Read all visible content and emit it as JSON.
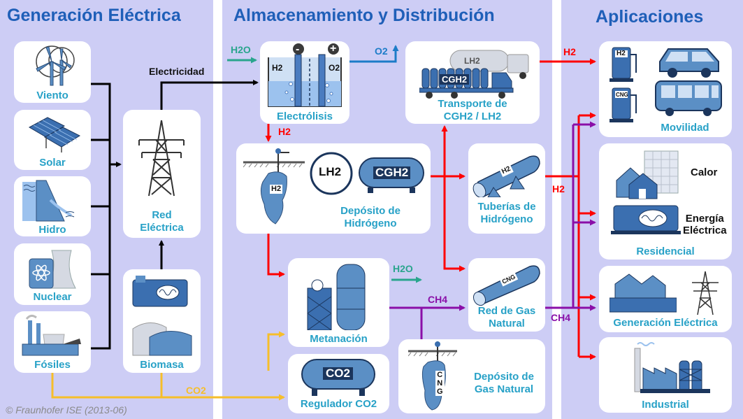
{
  "headers": {
    "generation": "Generación Eléctrica",
    "storage": "Almacenamiento y Distribución",
    "applications": "Aplicaciones"
  },
  "generation": {
    "wind": "Viento",
    "solar": "Solar",
    "hydro": "Hidro",
    "nuclear": "Nuclear",
    "fossil": "Fósiles",
    "grid": "Red\nEléctrica",
    "biomass": "Biomasa"
  },
  "storage": {
    "electrolysis": "Electrólisis",
    "electrolysis_neg": "-",
    "electrolysis_pos": "+",
    "cell_h2": "H2",
    "cell_o2": "O2",
    "transport": "Transporte de\nCGH2 / LH2",
    "truck_lh2": "LH2",
    "truck_cgh2": "CGH2",
    "h2_storage": "Depósito de\nHidrógeno",
    "tank_lh2": "LH2",
    "tank_cgh2": "CGH2",
    "cavern_h2": "H2",
    "h2_pipeline": "Tuberías de\nHidrógeno",
    "pipe_h2": "H2",
    "methanation": "Metanación",
    "gas_grid": "Red de Gas\nNatural",
    "pipe_cng": "CNG",
    "gas_storage": "Depósito de\nGas Natural",
    "cavern_cng": "C\nN\nG",
    "co2_regulator": "Regulador CO2",
    "tank_co2": "CO2"
  },
  "applications": {
    "mobility": "Movilidad",
    "pump_h2": "H2",
    "pump_cng": "CNG",
    "residential": "Residencial",
    "heat": "Calor",
    "electric_energy": "Energía\nEléctrica",
    "power_generation": "Generación Eléctrica",
    "industrial": "Industrial"
  },
  "flows": {
    "electricity": "Electricidad",
    "h2o_in": "H2O",
    "o2_out": "O2",
    "h2_down": "H2",
    "h2_mobility": "H2",
    "h2_right": "H2",
    "h2o_meth": "H2O",
    "ch4_meth": "CH4",
    "ch4_right": "CH4",
    "co2": "CO2"
  },
  "copyright": "© Fraunhofer ISE (2013-06)",
  "colors": {
    "panel": "#cdcdf5",
    "header": "#1f5fb8",
    "label": "#27a1c7",
    "electricity": "#000000",
    "hydrogen": "#ff0000",
    "methane": "#8a0fa8",
    "co2": "#f6be2a",
    "water": "#2aa58d",
    "oxygen": "#1c7cc8",
    "icon": "#5b8fc5"
  }
}
